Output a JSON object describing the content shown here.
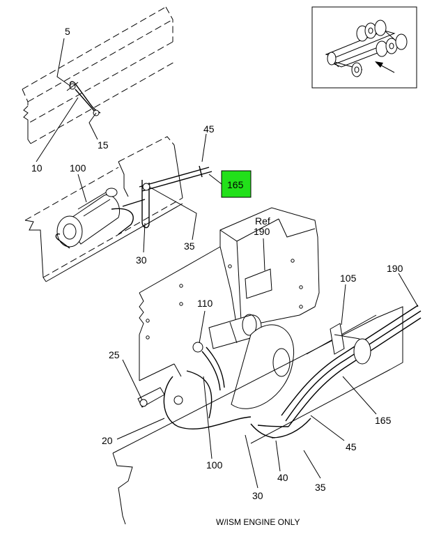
{
  "callouts": [
    {
      "id": "5",
      "text": "5"
    },
    {
      "id": "15",
      "text": "15"
    },
    {
      "id": "10",
      "text": "10"
    },
    {
      "id": "45a",
      "text": "45"
    },
    {
      "id": "100a",
      "text": "100"
    },
    {
      "id": "165a",
      "text": "165"
    },
    {
      "id": "35a",
      "text": "35"
    },
    {
      "id": "30a",
      "text": "30"
    },
    {
      "id": "ref",
      "text": "Ref"
    },
    {
      "id": "190a",
      "text": "190"
    },
    {
      "id": "110",
      "text": "110"
    },
    {
      "id": "105",
      "text": "105"
    },
    {
      "id": "190b",
      "text": "190"
    },
    {
      "id": "25",
      "text": "25"
    },
    {
      "id": "20",
      "text": "20"
    },
    {
      "id": "165b",
      "text": "165"
    },
    {
      "id": "45b",
      "text": "45"
    },
    {
      "id": "100b",
      "text": "100"
    },
    {
      "id": "40",
      "text": "40"
    },
    {
      "id": "30b",
      "text": "30"
    },
    {
      "id": "35b",
      "text": "35"
    }
  ],
  "footer_note": "W/ISM ENGINE ONLY",
  "colors": {
    "highlight": "#22e01a",
    "line": "#000000",
    "background": "#ffffff"
  }
}
